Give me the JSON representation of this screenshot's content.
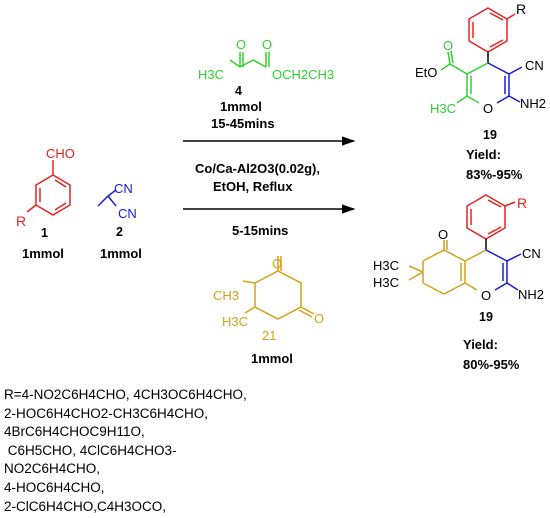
{
  "colors": {
    "red": "#e8201f",
    "green": "#2fd12f",
    "blue": "#1a1adb",
    "gold": "#d4a017",
    "black": "#000000"
  },
  "benzaldehyde": {
    "aldehyde": "CHO",
    "substituent": "R",
    "number": "1",
    "amount": "1mmol"
  },
  "malononitrile": {
    "cn": "CN",
    "number": "2",
    "amount": "1mmol"
  },
  "ethyl_acetoacetate": {
    "o": "O",
    "h3c": "H3C",
    "ester": "OCH2CH3",
    "number": "4",
    "amount": "1mmol",
    "time": "15-45mins"
  },
  "conditions": {
    "catalyst": "Co/Ca-Al2O3(0.02g),",
    "solvent": "EtOH, Reflux",
    "time_dimedone": "5-15mins"
  },
  "dimedone": {
    "o": "O",
    "ch3": "CH3",
    "h3c": "H3C",
    "number": "21",
    "amount": "1mmol"
  },
  "product_pyran": {
    "r": "R",
    "cn": "CN",
    "eto": "EtO",
    "o": "O",
    "nh2": "NH2",
    "h3c": "H3C",
    "number": "19",
    "yield_label": "Yield:",
    "yield_range": "83%-95%"
  },
  "product_chromene": {
    "r": "R",
    "o": "O",
    "cn": "CN",
    "nh2": "NH2",
    "h3c": "H3C",
    "number": "19",
    "yield_label": "Yield:",
    "yield_range": "80%-95%"
  },
  "r_groups": [
    "R=4-NO2C6H4CHO, 4CH3OC6H4CHO,",
    "2-HOC6H4CHO2-CH3C6H4CHO,",
    "4BrC6H4CHOC9H11O,",
    " C6H5CHO, 4ClC6H4CHO3-",
    "NO2C6H4CHO,",
    "4-HOC6H4CHO,",
    "2-ClC6H4CHO,C4H3OCO,"
  ]
}
